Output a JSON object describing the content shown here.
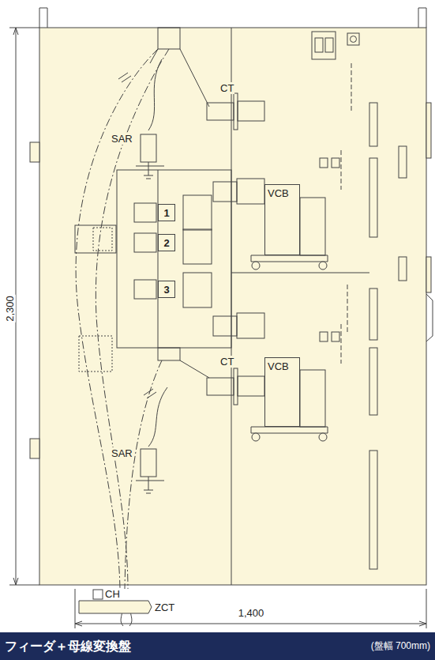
{
  "diagram": {
    "nodes": [
      {
        "text": [
          "VCB"
        ]
      },
      {
        "text": [
          "1"
        ]
      },
      {
        "text": [
          "2"
        ]
      },
      {
        "text": [
          "3"
        ]
      },
      {
        "text": [
          "VCB"
        ]
      },
      {
        "text": [
          "フィーダ＋母線変換盤",
          "(盤幅 700mm)"
        ]
      }
    ],
    "labels": [
      "2,300",
      "CT",
      "SAR",
      "CT",
      "SAR",
      "CH",
      "ZCT",
      "1,400"
    ]
  }
}
